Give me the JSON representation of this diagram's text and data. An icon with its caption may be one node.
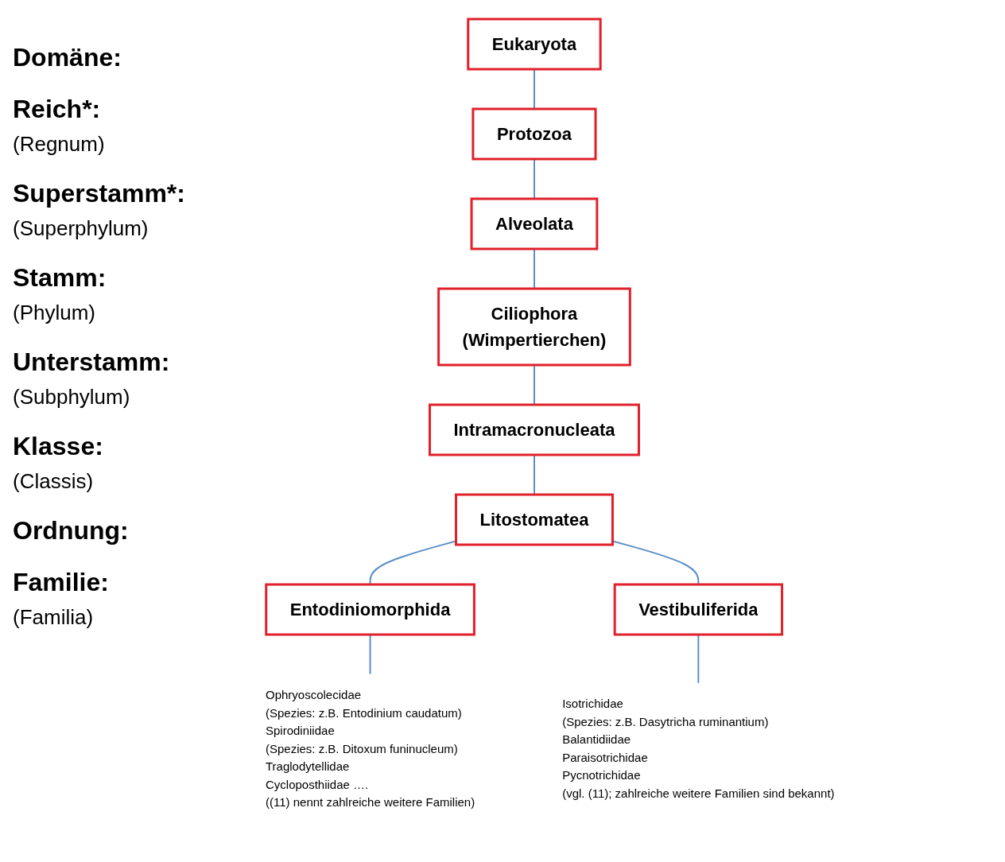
{
  "diagram": {
    "nodes": [
      {
        "text": [
          "Eukaryota"
        ]
      },
      {
        "text": [
          "Protozoa"
        ]
      },
      {
        "text": [
          "Alveolata"
        ]
      },
      {
        "text": [
          "Ciliophora",
          "(Wimpertierchen)"
        ]
      },
      {
        "text": [
          "Intramacronucleata"
        ]
      },
      {
        "text": [
          "Litostomatea"
        ]
      },
      {
        "text": [
          "Entodiniomorphida"
        ]
      },
      {
        "text": [
          "Vestibuliferida"
        ]
      },
      {
        "text": [
          "Ophryoscolecidae",
          "(Spezies: z.B. Entodinium caudatum)",
          "Spirodiniidae",
          "(Spezies: z.B. Ditoxum funinucleum)",
          "Traglodytellidae",
          "Cycloposthiidae ….",
          "((11) nennt zahlreiche weitere Familien)"
        ]
      },
      {
        "text": [
          "Isotrichidae",
          "(Spezies: z.B. Dasytricha ruminantium)",
          "Balantidiidae",
          "Paraisotrichidae",
          "Pycnotrichidae",
          "(vgl. (11); zahlreiche weitere Familien sind bekannt)"
        ]
      }
    ],
    "edges": [
      {
        "from": 0,
        "to": 1,
        "arrow": "none"
      },
      {
        "from": 1,
        "to": 2,
        "arrow": "none"
      },
      {
        "from": 2,
        "to": 3,
        "arrow": "none"
      },
      {
        "from": 3,
        "to": 4,
        "arrow": "none"
      },
      {
        "from": 4,
        "to": 5,
        "arrow": "none"
      },
      {
        "from": 5,
        "to": 6,
        "arrow": "none"
      },
      {
        "from": 5,
        "to": 7,
        "arrow": "none"
      },
      {
        "from": 6,
        "to": 8,
        "arrow": "none"
      },
      {
        "from": 7,
        "to": 9,
        "arrow": "none"
      }
    ],
    "labels": [
      "Domäne:",
      "Reich*:",
      "(Regnum)",
      "Superstamm*:",
      "(Superphylum)",
      "Stamm:",
      "(Phylum)",
      "Unterstamm:",
      "(Subphylum)",
      "Klasse:",
      "(Classis)",
      "Ordnung:",
      "Familie:",
      "(Familia)"
    ]
  }
}
